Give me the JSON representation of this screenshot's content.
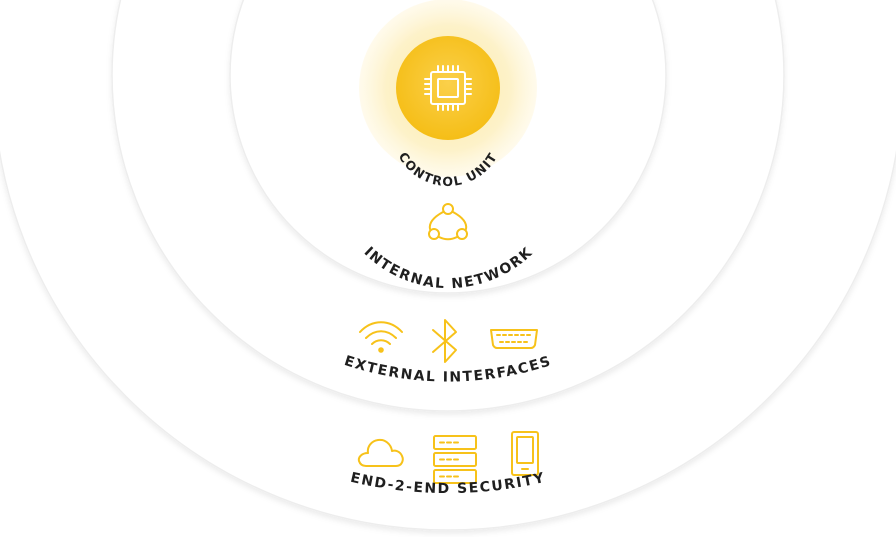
{
  "colors": {
    "accent": "#f7c21a",
    "accent_soft": "#fdeaa3",
    "text": "#1f1f1f",
    "ring": "#ececec"
  },
  "layers": {
    "control_unit": {
      "label": "CONTROL UNIT",
      "icons": [
        "chip-icon"
      ]
    },
    "internal_network": {
      "label": "INTERNAL NETWORK",
      "icons": [
        "network-nodes-icon"
      ]
    },
    "external_interfaces": {
      "label": "EXTERNAL INTERFACES",
      "icons": [
        "wifi-icon",
        "bluetooth-icon",
        "obd-connector-icon"
      ]
    },
    "end_to_end_security": {
      "label": "END-2-END SECURITY",
      "icons": [
        "cloud-icon",
        "server-icon",
        "smartphone-icon"
      ]
    }
  }
}
